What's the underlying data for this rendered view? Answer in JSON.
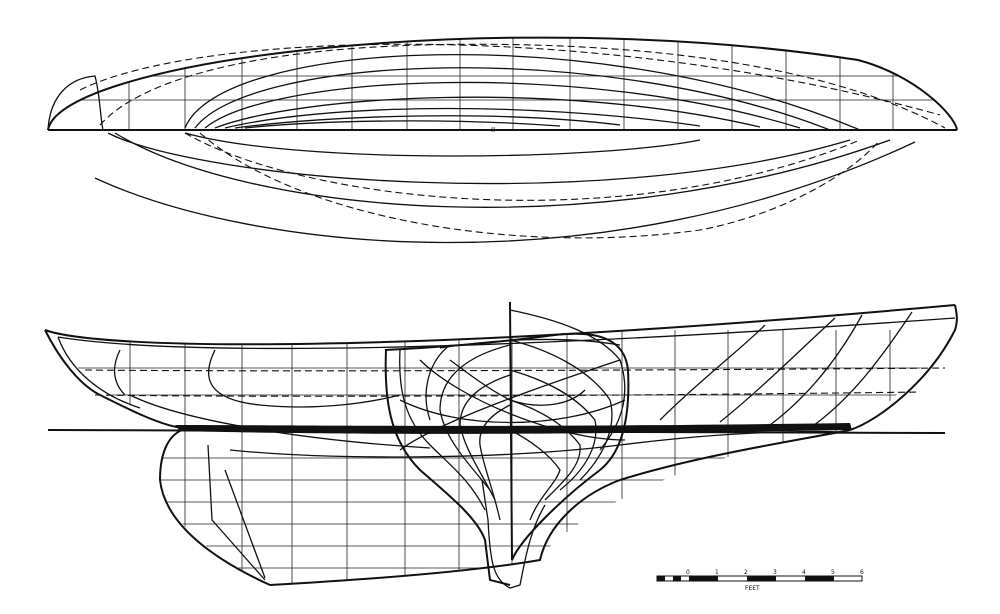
{
  "scale_bar": {
    "unit_label": "FEET",
    "ticks": [
      "0",
      "1",
      "2",
      "3",
      "4",
      "5",
      "6"
    ]
  },
  "plan_view": {
    "centerline_mark": "II"
  }
}
